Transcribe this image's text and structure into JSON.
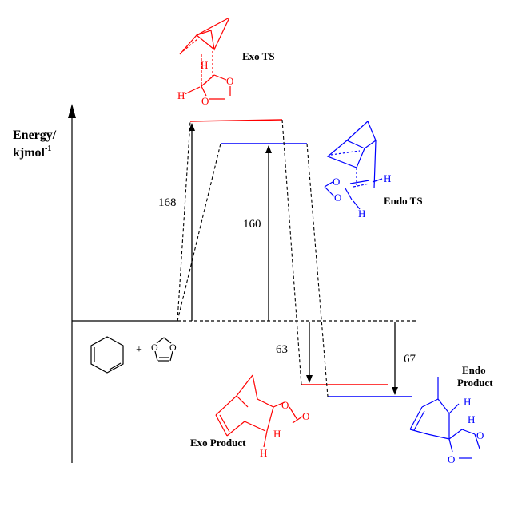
{
  "axis": {
    "label_line1": "Energy/",
    "label_line2_base": "kjmol",
    "label_line2_sup": "-1"
  },
  "colors": {
    "exo": "#ff0000",
    "endo": "#0000ff",
    "neutral": "#000000"
  },
  "levels": {
    "reactants": 0,
    "exo_ts": 168,
    "endo_ts": 160,
    "exo_product": -63,
    "endo_product": -67
  },
  "energy_labels": {
    "exo_ts": "168",
    "endo_ts": "160",
    "exo_product": "63",
    "endo_product": "67"
  },
  "structure_labels": {
    "exo_ts": "Exo TS",
    "endo_ts": "Endo TS",
    "exo_product": "Exo Product",
    "endo_product_line1": "Endo",
    "endo_product_line2": "Product"
  },
  "reactants": {
    "plus": "+"
  },
  "atoms": {
    "oxygen": "O",
    "hydrogen": "H"
  }
}
